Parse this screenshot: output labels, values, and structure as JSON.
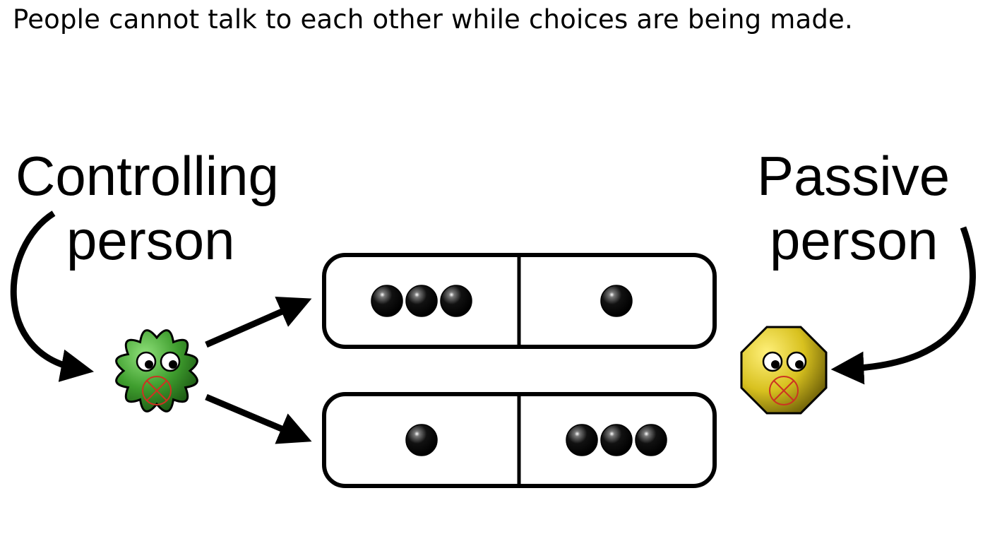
{
  "caption": "People cannot talk to each other while choices are being made.",
  "controlling": {
    "line1": "Controlling",
    "line2": "person",
    "face_color": "#3f9e2e"
  },
  "passive": {
    "line1": "Passive",
    "line2": "person",
    "face_color": "#d8c11f"
  },
  "options": [
    {
      "left_count": 3,
      "right_count": 1
    },
    {
      "left_count": 1,
      "right_count": 3
    }
  ],
  "gag_color": "#cc3322"
}
